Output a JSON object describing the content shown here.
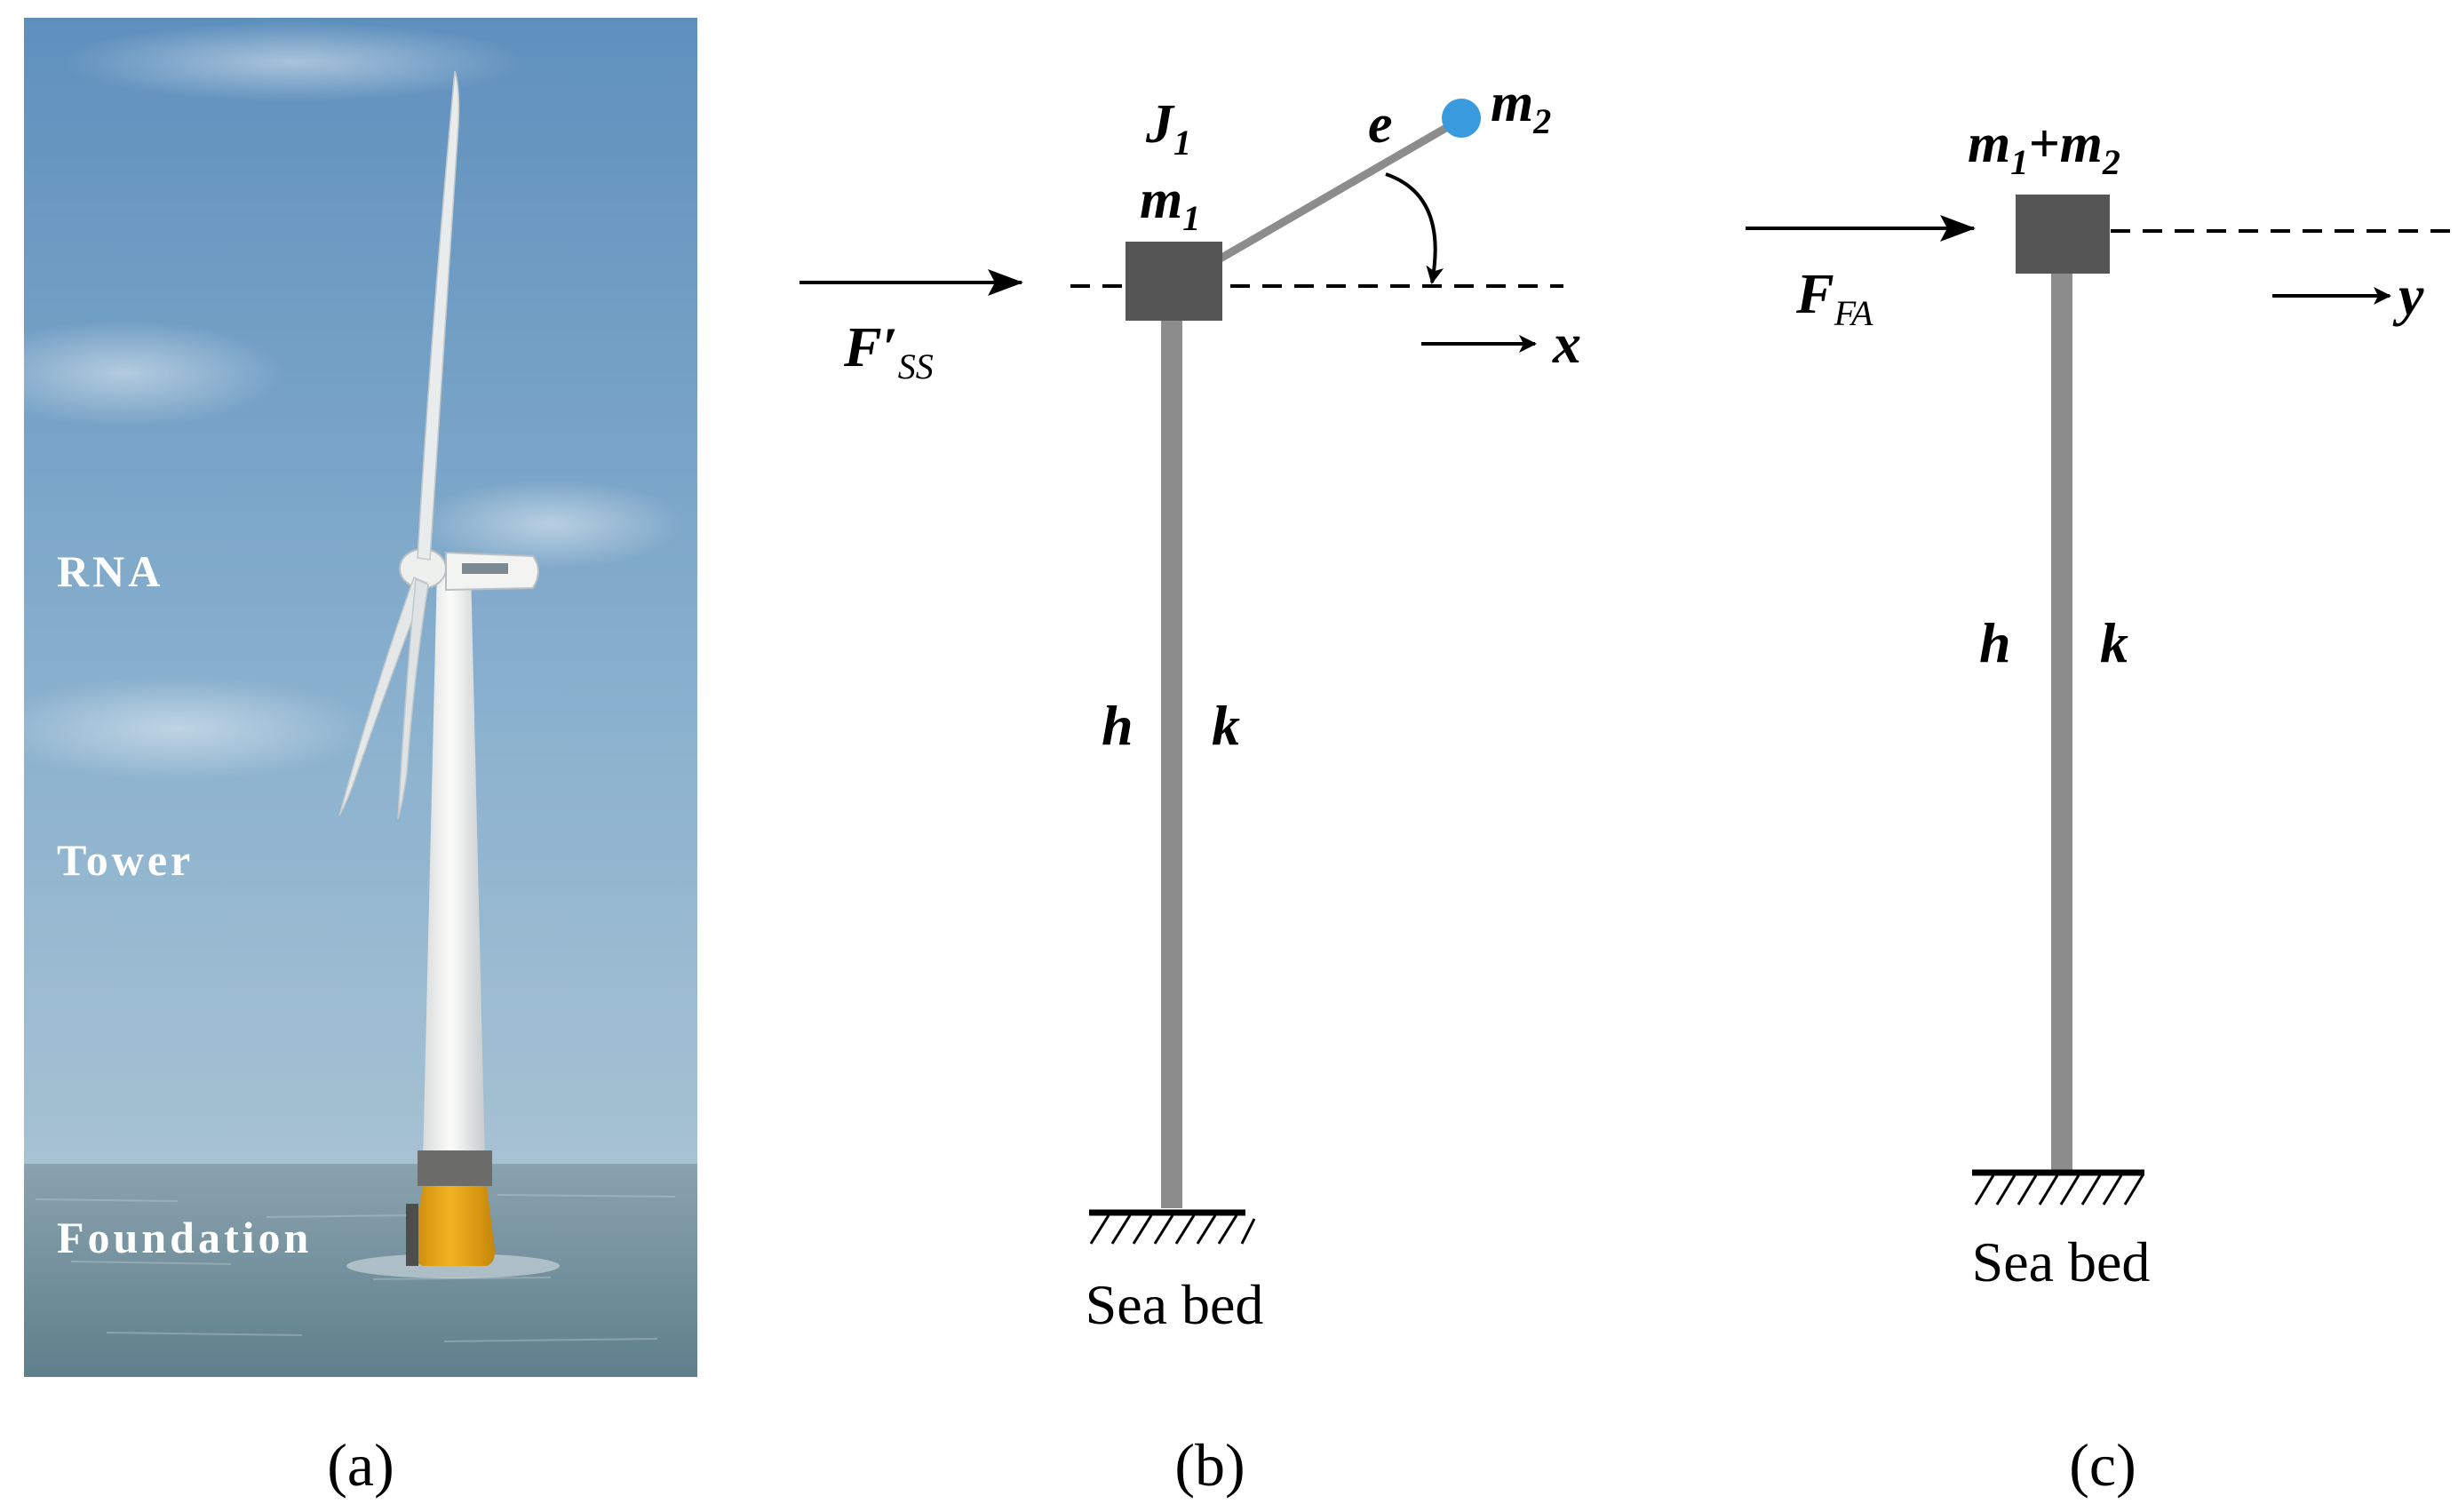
{
  "panel_a": {
    "caption": "(a)",
    "labels": {
      "rna": "RNA",
      "tower": "Tower",
      "foundation": "Foundation"
    },
    "colors": {
      "sky_top": "#6e9bc3",
      "sky_bottom": "#a9c4d5",
      "sea": "#6f8e9a",
      "tower": "#f2f2f0",
      "foundation": "#e8a614"
    }
  },
  "panel_b": {
    "caption": "(b)",
    "force_main": "F",
    "force_prime": "′",
    "force_sub": "SS",
    "inertia_main": "J",
    "inertia_sub": "1",
    "mass1_main": "m",
    "mass1_sub": "1",
    "mass2_main": "m",
    "mass2_sub": "2",
    "eccentricity": "e",
    "axis": "x",
    "height": "h",
    "stiffness": "k",
    "ground": "Sea bed",
    "colors": {
      "mass_block": "#555555",
      "tower": "#8c8c8c",
      "ball": "#3a9ade"
    }
  },
  "panel_c": {
    "caption": "(c)",
    "force_main": "F",
    "force_sub": "FA",
    "mass_main1": "m",
    "mass_sub1": "1",
    "plus": "+",
    "mass_main2": "m",
    "mass_sub2": "2",
    "axis": "y",
    "height": "h",
    "stiffness": "k",
    "ground": "Sea bed",
    "colors": {
      "mass_block": "#555555",
      "tower": "#8c8c8c"
    }
  }
}
